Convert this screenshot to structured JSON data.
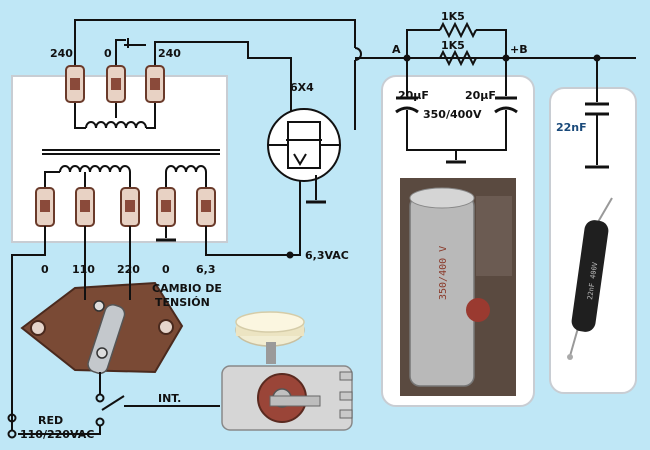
{
  "labels": {
    "tap_240_left": "240",
    "tap_0": "0",
    "tap_240_right": "240",
    "tube": "6X4",
    "r1": "1K5",
    "r2": "1K5",
    "node_a": "A",
    "node_b": "+B",
    "cap1": "20μF",
    "cap2": "20μF",
    "cap_rating": "350/400V",
    "cap_22nf": "22nF",
    "prim_0": "0",
    "prim_110": "110",
    "prim_220": "220",
    "fil_0": "0",
    "fil_63": "6,3",
    "fil_voltage": "6,3VAC",
    "selector_1": "CAMBIO DE",
    "selector_2": "TENSIÓN",
    "switch": "INT.",
    "mains_1": "RED",
    "mains_2": "110/220VAC"
  },
  "colors": {
    "background": "#bfe7f6",
    "panel": "#ffffff",
    "wire": "#111111",
    "brown_plate": "#7a4a35",
    "capacitor_body": "#b9b9b9",
    "resistor_body": "#222222"
  },
  "icons": [
    "transformer-icon",
    "rectifier-tube-icon",
    "resistor-icon",
    "capacitor-icon",
    "voltage-selector-icon",
    "power-switch-icon",
    "electrolytic-capacitor-photo",
    "film-capacitor-photo"
  ]
}
